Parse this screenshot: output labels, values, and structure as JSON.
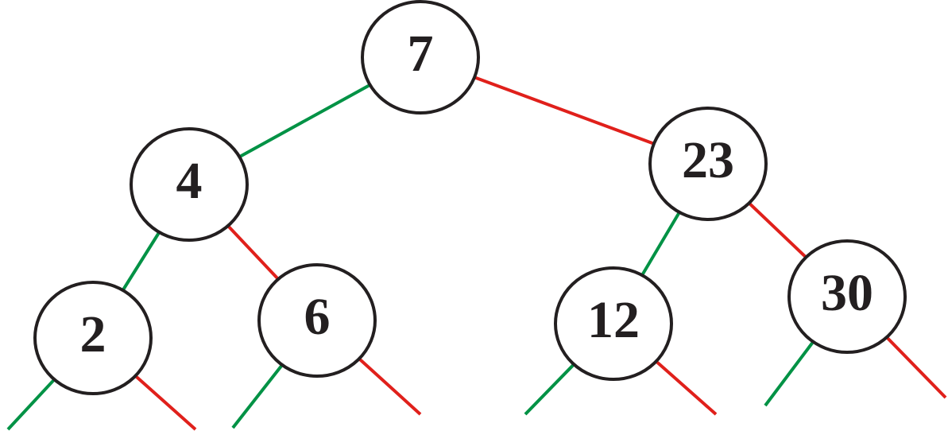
{
  "tree": {
    "colors": {
      "left_edge": "#009245",
      "right_edge": "#e0201b",
      "node_outline": "#231f20",
      "node_fill": "#ffffff",
      "label": "#231f20"
    },
    "nodes": [
      {
        "id": "n7",
        "label": "7"
      },
      {
        "id": "n4",
        "label": "4"
      },
      {
        "id": "n23",
        "label": "23"
      },
      {
        "id": "n2",
        "label": "2"
      },
      {
        "id": "n6",
        "label": "6"
      },
      {
        "id": "n12",
        "label": "12"
      },
      {
        "id": "n30",
        "label": "30"
      }
    ],
    "edges": [
      {
        "parent": "n7",
        "child": "n4",
        "side": "left"
      },
      {
        "parent": "n7",
        "child": "n23",
        "side": "right"
      },
      {
        "parent": "n4",
        "child": "n2",
        "side": "left"
      },
      {
        "parent": "n4",
        "child": "n6",
        "side": "right"
      },
      {
        "parent": "n23",
        "child": "n12",
        "side": "left"
      },
      {
        "parent": "n23",
        "child": "n30",
        "side": "right"
      },
      {
        "parent": "n2",
        "child": null,
        "side": "left"
      },
      {
        "parent": "n2",
        "child": null,
        "side": "right"
      },
      {
        "parent": "n6",
        "child": null,
        "side": "left"
      },
      {
        "parent": "n6",
        "child": null,
        "side": "right"
      },
      {
        "parent": "n12",
        "child": null,
        "side": "left"
      },
      {
        "parent": "n12",
        "child": null,
        "side": "right"
      },
      {
        "parent": "n30",
        "child": null,
        "side": "left"
      },
      {
        "parent": "n30",
        "child": null,
        "side": "right"
      }
    ]
  }
}
